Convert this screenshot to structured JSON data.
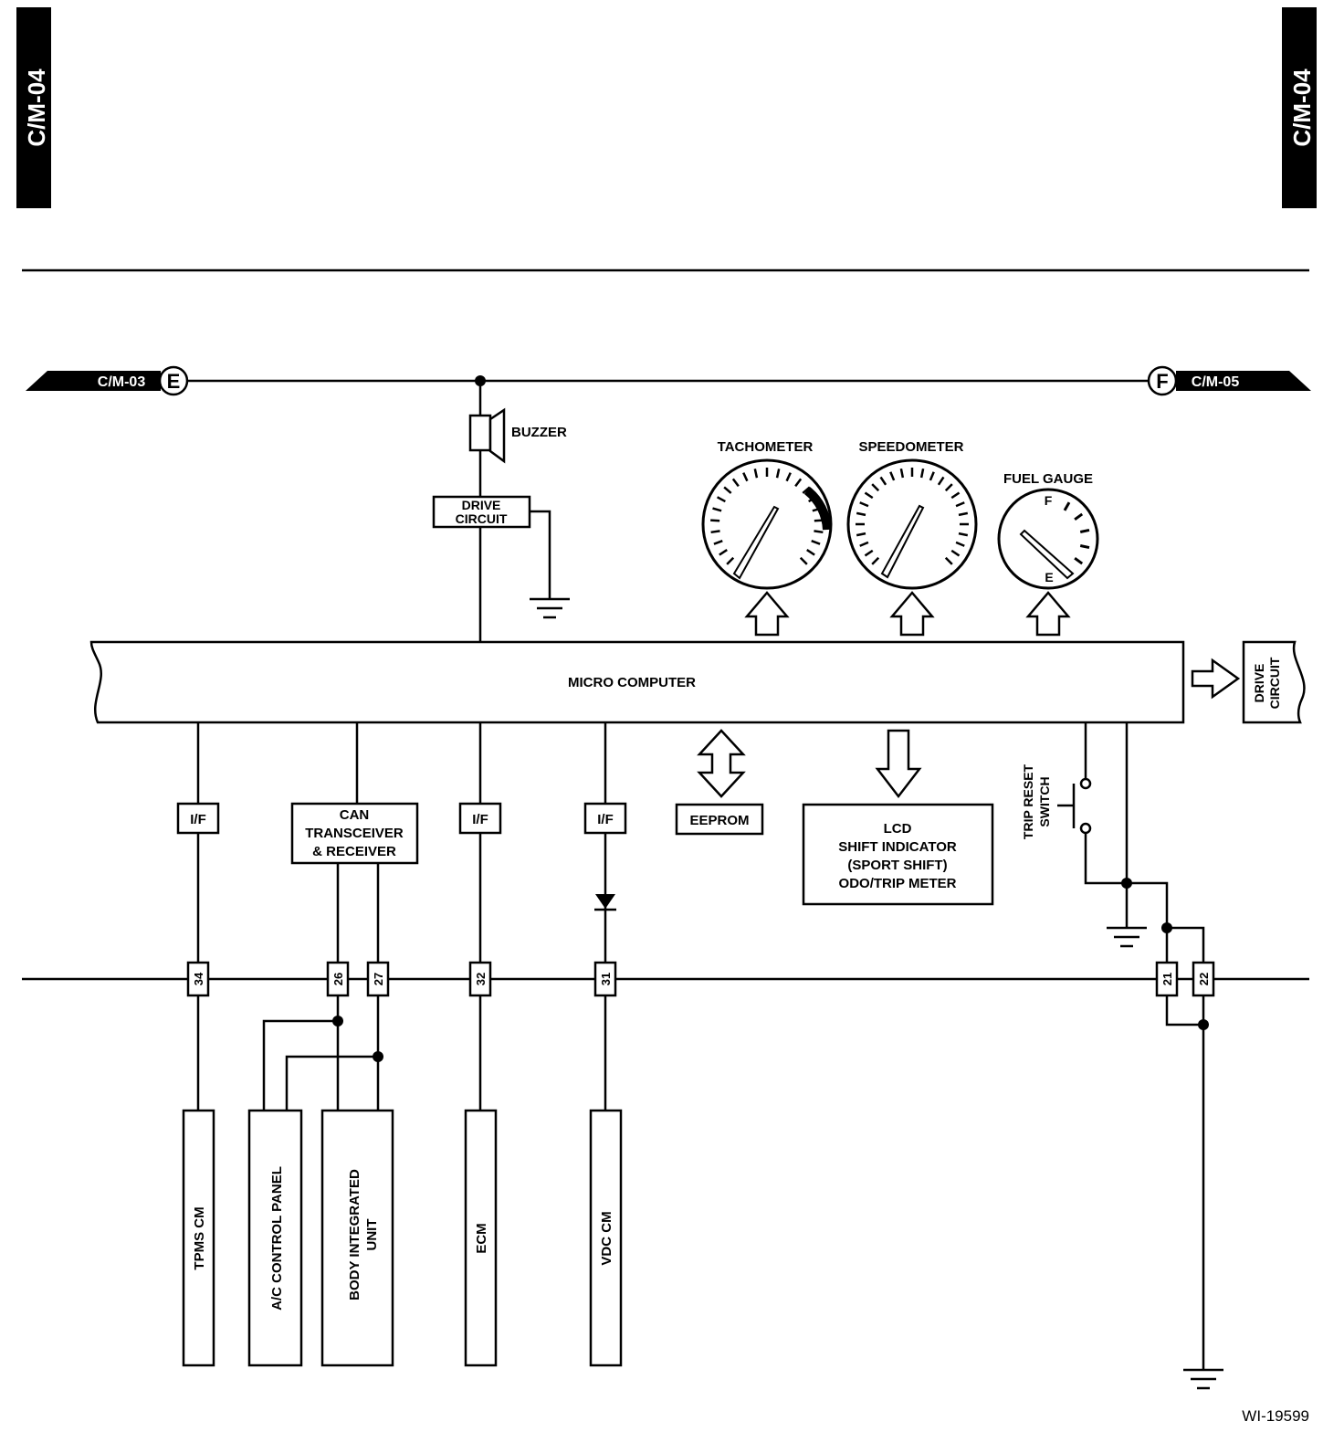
{
  "page_tabs": {
    "left": "C/M-04",
    "right": "C/M-04"
  },
  "connectors": {
    "left_label": "C/M-03",
    "left_letter": "E",
    "right_label": "C/M-05",
    "right_letter": "F"
  },
  "buzzer": "BUZZER",
  "drive_circuit": {
    "line1": "DRIVE",
    "line2": "CIRCUIT"
  },
  "gauges": {
    "tachometer": "TACHOMETER",
    "speedometer": "SPEEDOMETER",
    "fuel_gauge": "FUEL GAUGE",
    "fuel_full": "F",
    "fuel_empty": "E"
  },
  "micro_computer": "MICRO COMPUTER",
  "drive_circuit_right": {
    "line1": "DRIVE",
    "line2": "CIRCUIT"
  },
  "interfaces": {
    "if1": "I/F",
    "if2": "I/F",
    "if3": "I/F"
  },
  "can": {
    "line1": "CAN",
    "line2": "TRANSCEIVER",
    "line3": "& RECEIVER"
  },
  "eeprom": "EEPROM",
  "lcd": {
    "line1": "LCD",
    "line2": "SHIFT INDICATOR",
    "line3": "(SPORT SHIFT)",
    "line4": "ODO/TRIP METER"
  },
  "trip_reset": {
    "line1": "TRIP RESET",
    "line2": "SWITCH"
  },
  "pins": [
    "34",
    "26",
    "27",
    "32",
    "31",
    "21",
    "22"
  ],
  "modules": {
    "tpms": "TPMS CM",
    "ac_panel": "A/C CONTROL PANEL",
    "body_line1": "BODY INTEGRATED",
    "body_line2": "UNIT",
    "ecm": "ECM",
    "vdc": "VDC CM"
  },
  "figure_id": "WI-19599"
}
